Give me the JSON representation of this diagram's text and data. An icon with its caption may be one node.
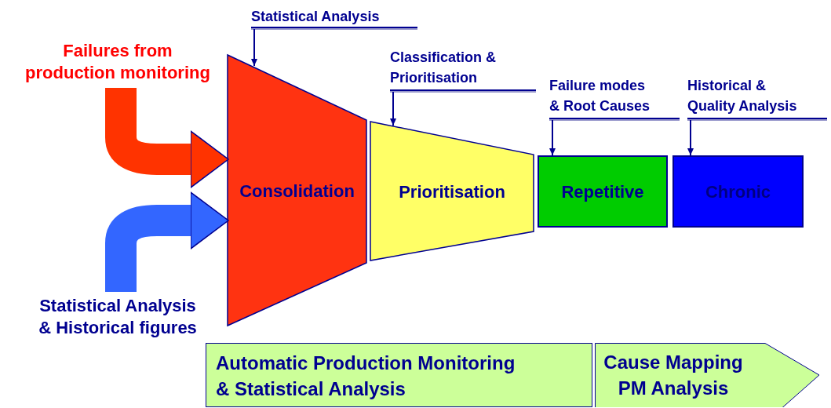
{
  "diagram": {
    "nodes": [
      {
        "text": [
          "Failures from production monitoring"
        ]
      },
      {
        "text": [
          "Statistical Analysis & Historical figures"
        ]
      },
      {
        "text": [
          "Consolidation"
        ]
      },
      {
        "text": [
          "Prioritisation"
        ]
      },
      {
        "text": [
          "Repetitive"
        ]
      },
      {
        "text": [
          "Chronic"
        ]
      },
      {
        "text": [
          "Statistical Analysis"
        ]
      },
      {
        "text": [
          "Classification & Prioritisation"
        ]
      },
      {
        "text": [
          "Failure modes & Root Causes"
        ]
      },
      {
        "text": [
          "Historical & Quality Analysis"
        ]
      },
      {
        "text": [
          "Automatic Production Monitoring & Statistical Analysis"
        ]
      },
      {
        "text": [
          "Cause Mapping PM Analysis"
        ]
      }
    ],
    "edges": [
      {
        "from": 0,
        "to": 2,
        "arrow": "to",
        "style": "thick",
        "color": "#ff3300"
      },
      {
        "from": 1,
        "to": 2,
        "arrow": "to",
        "style": "thick",
        "color": "#3366ff"
      },
      {
        "from": 6,
        "to": 2,
        "arrow": "to"
      },
      {
        "from": 7,
        "to": 3,
        "arrow": "to"
      },
      {
        "from": 8,
        "to": 4,
        "arrow": "to"
      },
      {
        "from": 9,
        "to": 5,
        "arrow": "to"
      }
    ]
  }
}
